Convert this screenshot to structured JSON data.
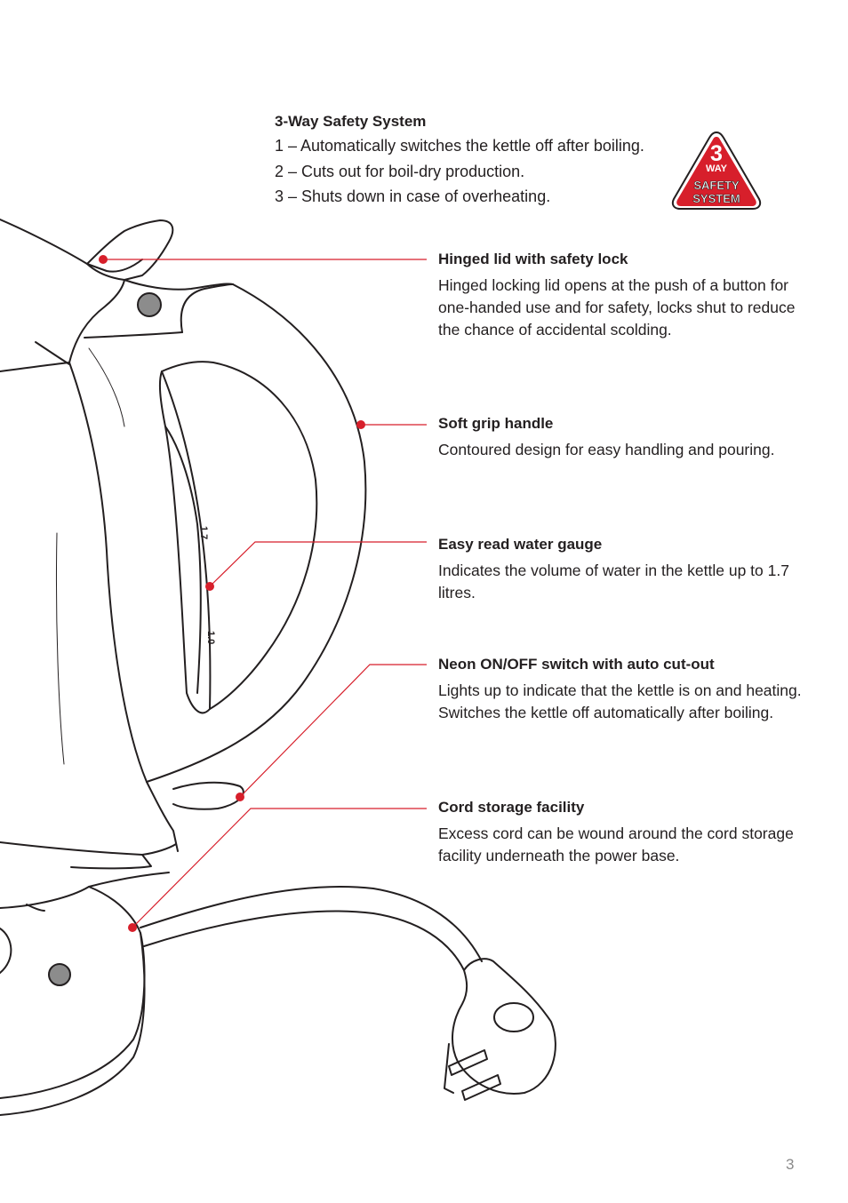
{
  "safety_system": {
    "title": "3-Way Safety System",
    "items": [
      "1 – Automatically switches the kettle off after boiling.",
      "2 – Cuts out for boil-dry production.",
      "3 – Shuts down in case of overheating."
    ]
  },
  "badge": {
    "number": "3",
    "line1": "WAY",
    "line2": "SAFETY",
    "line3": "SYSTEM",
    "color": "#d71f2b"
  },
  "gauge_marks": [
    "1.0",
    "1.7"
  ],
  "features": [
    {
      "title": "Hinged lid with safety lock",
      "body": "Hinged locking lid opens at the push of a button for one-handed use and for safety, locks shut to reduce the chance of accidental scolding."
    },
    {
      "title": "Soft grip handle",
      "body": "Contoured design for easy handling and pouring."
    },
    {
      "title": "Easy read water gauge",
      "body": "Indicates the volume of water in the kettle up to 1.7 litres."
    },
    {
      "title": "Neon ON/OFF switch with auto cut-out",
      "body": "Lights up to indicate that the kettle is on and heating. Switches the kettle off automatically after boiling."
    },
    {
      "title": "Cord storage facility",
      "body": "Excess cord can be wound around the cord storage facility underneath the power base."
    }
  ],
  "page_number": "3",
  "colors": {
    "accent": "#d71f2b",
    "text": "#231f20",
    "muted": "#8a8a8a"
  }
}
